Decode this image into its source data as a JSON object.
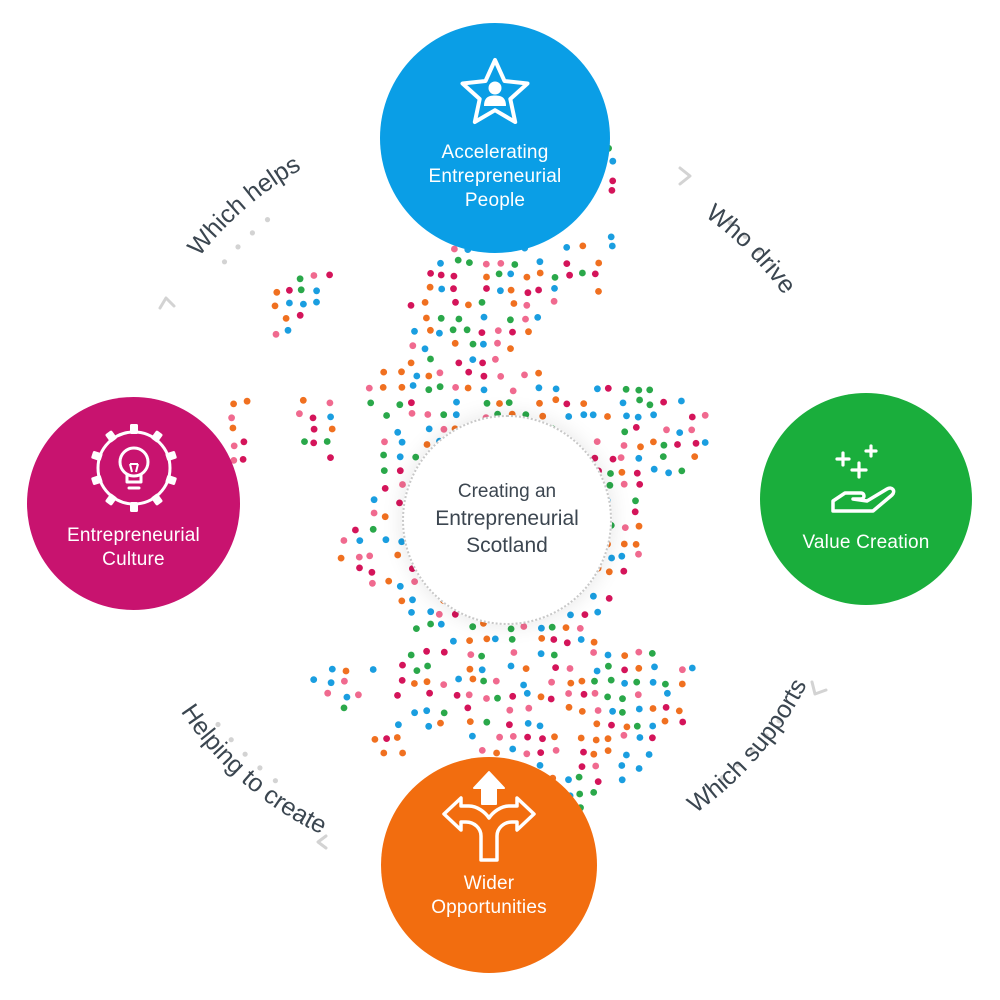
{
  "center": {
    "line1": "Creating an",
    "line2": "Entrepreneurial",
    "line3": "Scotland"
  },
  "nodes": [
    {
      "id": "accelerating",
      "lines": [
        "Accelerating",
        "Entrepreneurial",
        "People"
      ],
      "color": "#0a9ee6",
      "icon": "star-person-icon"
    },
    {
      "id": "value",
      "lines": [
        "Value Creation"
      ],
      "color": "#1aae3c",
      "icon": "hand-plus-icon"
    },
    {
      "id": "wider",
      "lines": [
        "Wider",
        "Opportunities"
      ],
      "color": "#f26d0f",
      "icon": "diverging-arrows-icon"
    },
    {
      "id": "culture",
      "lines": [
        "Entrepreneurial",
        "Culture"
      ],
      "color": "#c8136f",
      "icon": "lightbulb-gear-icon"
    }
  ],
  "connectors": {
    "who_drive": "Who drive",
    "which_supports": "Which supports",
    "helping_to_create": "Helping to create",
    "which_helps": "Which helps"
  },
  "colors": {
    "dot_palette": [
      "#d4145a",
      "#f06a8f",
      "#2aa84a",
      "#1a9ee0",
      "#f07020"
    ],
    "ring_dots": "#d3d3d3",
    "text": "#3b4650"
  }
}
